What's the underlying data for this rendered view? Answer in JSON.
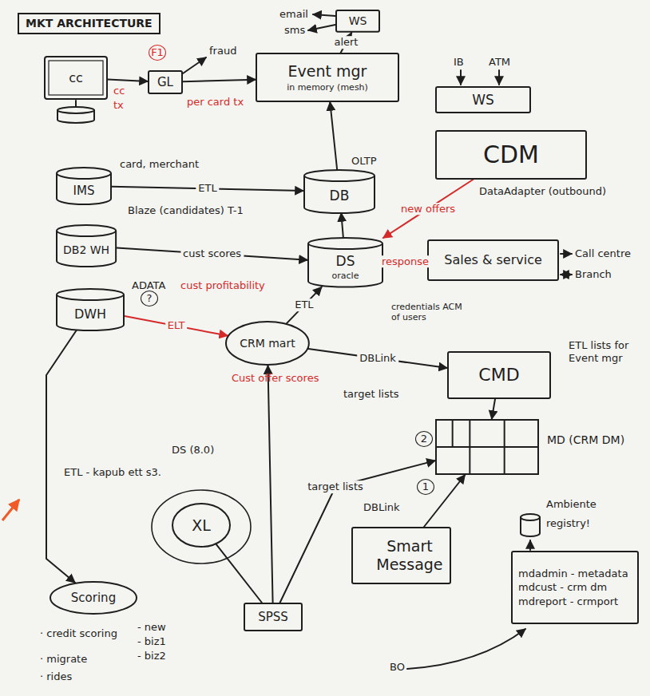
{
  "diagram": {
    "title": "MKT ARCHITECTURE",
    "nodes": [
      {
        "text": [
          "cc"
        ]
      },
      {
        "text": [
          "GL"
        ]
      },
      {
        "text": [
          "WS"
        ]
      },
      {
        "text": [
          "Event mgr",
          "in memory (mesh)"
        ]
      },
      {
        "text": [
          "WS"
        ]
      },
      {
        "text": [
          "CDM"
        ]
      },
      {
        "text": [
          "IMS"
        ]
      },
      {
        "text": [
          "DB"
        ]
      },
      {
        "text": [
          "DB2 WH"
        ]
      },
      {
        "text": [
          "DS",
          "oracle"
        ]
      },
      {
        "text": [
          "Sales & service"
        ]
      },
      {
        "text": [
          "DWH"
        ]
      },
      {
        "text": [
          "CRM mart"
        ]
      },
      {
        "text": [
          "CMD"
        ]
      },
      {
        "text": [
          "MD (CRM DM)"
        ]
      },
      {
        "text": [
          "XL"
        ]
      },
      {
        "text": [
          "SPSS"
        ]
      },
      {
        "text": [
          "Smart Message"
        ]
      },
      {
        "text": [
          "Scoring"
        ]
      },
      {
        "text": [
          "mdadmin - metadata",
          "mdcust - crm dm",
          "mdreport - crmport"
        ]
      }
    ],
    "edges": [
      {
        "from": 0,
        "to": 1,
        "arrow": "to"
      },
      {
        "from": 1,
        "to": 3,
        "arrow": "to"
      },
      {
        "from": 3,
        "to": 2,
        "label": "alert",
        "arrow": "to"
      },
      {
        "from": 7,
        "to": 3,
        "arrow": "to"
      },
      {
        "from": 6,
        "to": 7,
        "label": "ETL",
        "arrow": "to"
      },
      {
        "from": 8,
        "to": 9,
        "label": "cust scores",
        "arrow": "to"
      },
      {
        "from": 5,
        "to": 9,
        "label": "new offers",
        "arrow": "to"
      },
      {
        "from": 10,
        "to": 9,
        "label": "response",
        "arrow": "to"
      },
      {
        "from": 9,
        "to": 7,
        "arrow": "to"
      },
      {
        "from": 11,
        "to": 12,
        "label": "ELT",
        "arrow": "to"
      },
      {
        "from": 12,
        "to": 9,
        "label": "ETL",
        "arrow": "to"
      },
      {
        "from": 12,
        "to": 13,
        "label": "DBLink",
        "arrow": "to"
      },
      {
        "from": 13,
        "to": 14,
        "arrow": "to"
      },
      {
        "from": 16,
        "to": 12,
        "arrow": "to"
      },
      {
        "from": 16,
        "to": 14,
        "label": "target lists",
        "arrow": "to"
      },
      {
        "from": 15,
        "to": 16,
        "arrow": "none"
      },
      {
        "from": 17,
        "to": 14,
        "arrow": "to"
      },
      {
        "from": 11,
        "to": 18,
        "arrow": "to"
      }
    ],
    "labels": [
      "email",
      "sms",
      "F1",
      "fraud",
      "cc",
      "tx",
      "per card tx",
      "IB",
      "ATM",
      "OLTP",
      "card, merchant",
      "Blaze (candidates) T-1",
      "cust profitability",
      "ADATA",
      "?",
      "DataAdapter (outbound)",
      "Call centre",
      "Branch",
      "credentials ACM of users",
      "Cust offer scores",
      "target lists",
      "ETL lists for Event mgr",
      "ETL - kapub ett s3.",
      "DS (8.0)",
      "DBLink",
      "2",
      "1",
      "Ambiente",
      "registry!",
      "BO",
      "· credit scoring",
      "- new",
      "- biz1",
      "- biz2",
      "· migrate",
      "· rides"
    ]
  }
}
